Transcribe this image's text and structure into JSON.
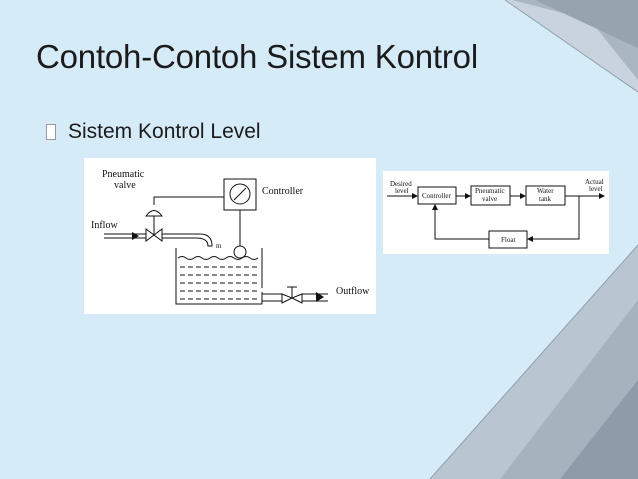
{
  "slide": {
    "title": "Contoh-Contoh Sistem Kontrol",
    "bullet": "Sistem Kontrol Level"
  },
  "process_diagram": {
    "labels": {
      "pneumatic_valve_1": "Pneumatic",
      "pneumatic_valve_2": "valve",
      "controller": "Controller",
      "inflow": "Inflow",
      "outflow": "Outflow",
      "tank_level_mark": "m"
    }
  },
  "block_diagram": {
    "input_1": "Desired",
    "input_2": "level",
    "output_1": "Actual",
    "output_2": "level",
    "controller": "Controller",
    "valve_1": "Pneumatic",
    "valve_2": "valve",
    "tank_1": "Water",
    "tank_2": "tank",
    "float": "Float"
  },
  "colors": {
    "background": "#d6ebf8",
    "corner_dark": "#9aa7b3",
    "corner_light": "#c7d2dc"
  }
}
